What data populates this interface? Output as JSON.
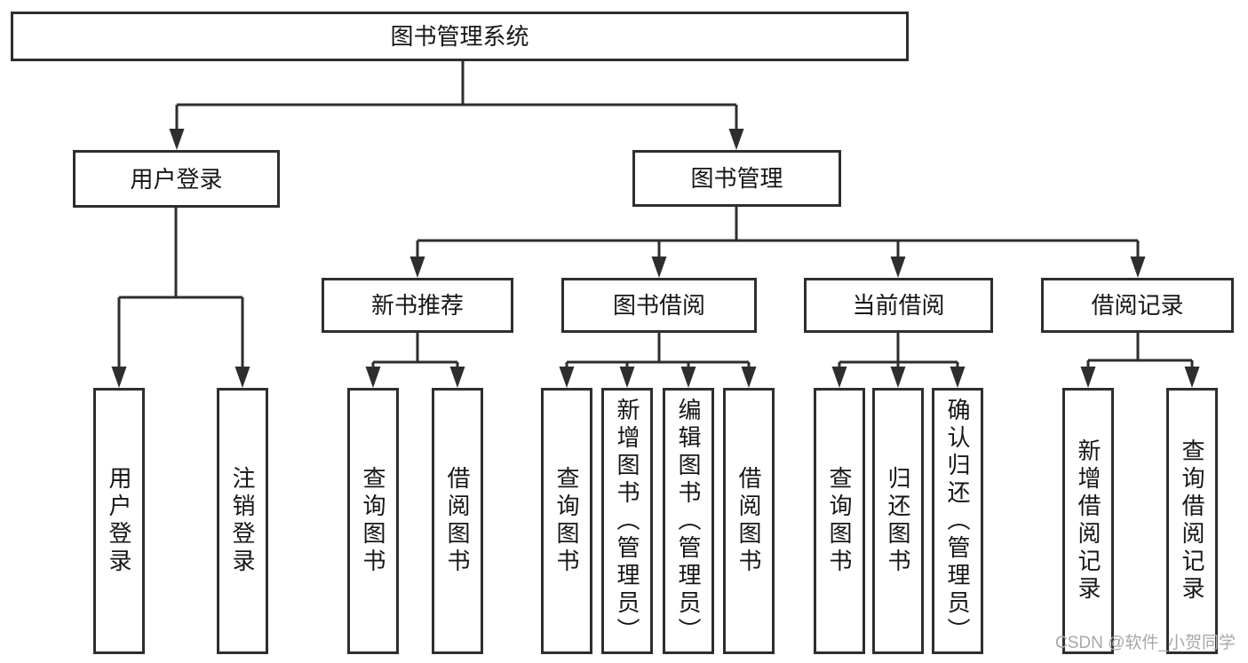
{
  "tree": {
    "label": "图书管理系统",
    "children": [
      {
        "label": "用户登录",
        "children": [
          {
            "label": "用户登录"
          },
          {
            "label": "注销登录"
          }
        ]
      },
      {
        "label": "图书管理",
        "children": [
          {
            "label": "新书推荐",
            "children": [
              {
                "label": "查询图书"
              },
              {
                "label": "借阅图书"
              }
            ]
          },
          {
            "label": "图书借阅",
            "children": [
              {
                "label": "查询图书"
              },
              {
                "label": "新增图书（管理员）"
              },
              {
                "label": "编辑图书（管理员）"
              },
              {
                "label": "借阅图书"
              }
            ]
          },
          {
            "label": "当前借阅",
            "children": [
              {
                "label": "查询图书"
              },
              {
                "label": "归还图书"
              },
              {
                "label": "确认归还（管理员）"
              }
            ]
          },
          {
            "label": "借阅记录",
            "children": [
              {
                "label": "新增借阅记录"
              },
              {
                "label": "查询借阅记录"
              }
            ]
          }
        ]
      }
    ]
  },
  "watermark": {
    "text": "CSDN @软件_小贺同学"
  },
  "colors": {
    "line": "#2e2e2e",
    "text": "#161616",
    "watermark": "#a8a8a8",
    "background": "#ffffff"
  }
}
